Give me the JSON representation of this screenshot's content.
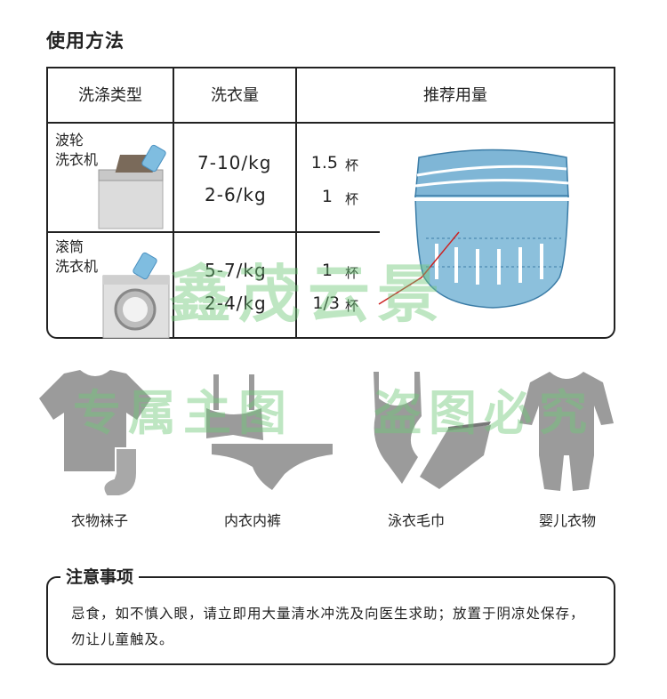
{
  "page": {
    "title": "使用方法"
  },
  "table": {
    "headers": [
      "洗涤类型",
      "洗衣量",
      "推荐用量"
    ],
    "rows": [
      {
        "type_label": [
          "波轮",
          "洗衣机"
        ],
        "machine_icon": "top-loader-washer-icon",
        "loads": [
          "7-10/kg",
          "2-6/kg"
        ],
        "doses": [
          {
            "amount": "1.5",
            "unit": "杯"
          },
          {
            "amount": "1",
            "unit": "杯"
          }
        ]
      },
      {
        "type_label": [
          "滚筒",
          "洗衣机"
        ],
        "machine_icon": "front-loader-washer-icon",
        "loads": [
          "5-7/kg",
          "2-4/kg"
        ],
        "doses": [
          {
            "amount": "1",
            "unit": "杯"
          },
          {
            "amount": "1/3",
            "unit": "杯"
          }
        ]
      }
    ],
    "cup_icon": "measuring-cup-icon"
  },
  "clothes": [
    {
      "label": "衣物袜子",
      "icon": "tshirt-sock-icon"
    },
    {
      "label": "内衣内裤",
      "icon": "underwear-icon"
    },
    {
      "label": "泳衣毛巾",
      "icon": "swimsuit-towel-icon"
    },
    {
      "label": "婴儿衣物",
      "icon": "baby-onesie-icon"
    }
  ],
  "notice": {
    "title": "注意事项",
    "text": "忌食，如不慎入眼，请立即用大量清水冲洗及向医生求助；放置于阴凉处保存，勿让儿童触及。"
  },
  "watermarks": [
    "鑫茂云景",
    "专属主图",
    "盗图必究"
  ],
  "colors": {
    "cup": "#8cc0dc",
    "clothes_icon": "#9b9b9b",
    "watermark": "#6ec878",
    "marker_line": "#cc2222"
  }
}
